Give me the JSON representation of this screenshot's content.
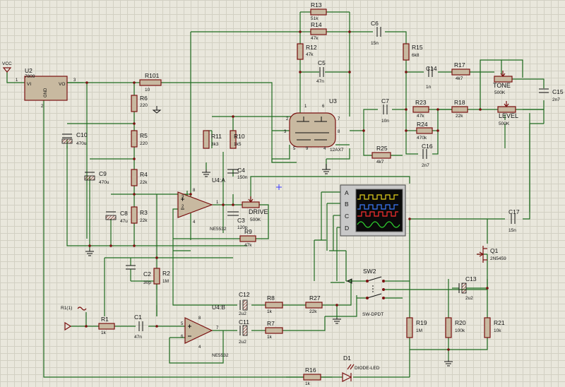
{
  "power": {
    "vcc": "VCC"
  },
  "regulator": {
    "ref": "U2",
    "part": "7809",
    "vi": "VI",
    "vo": "VO",
    "gnd": "GND",
    "pin1": "1",
    "pin2": "2",
    "pin3": "3"
  },
  "resistors": [
    {
      "ref": "R101",
      "value": "10"
    },
    {
      "ref": "R6",
      "value": "220"
    },
    {
      "ref": "R5",
      "value": "220"
    },
    {
      "ref": "R4",
      "value": "22k"
    },
    {
      "ref": "R3",
      "value": "22k"
    },
    {
      "ref": "R11",
      "value": "3k3"
    },
    {
      "ref": "R10",
      "value": "1k5"
    },
    {
      "ref": "R9",
      "value": "47k"
    },
    {
      "ref": "R2",
      "value": "1M"
    },
    {
      "ref": "R1",
      "value": "1k"
    },
    {
      "ref": "R13",
      "value": "51k"
    },
    {
      "ref": "R14",
      "value": "47k"
    },
    {
      "ref": "R12",
      "value": "47k"
    },
    {
      "ref": "R15",
      "value": "6k8"
    },
    {
      "ref": "R17",
      "value": "4k7"
    },
    {
      "ref": "R23",
      "value": "47k"
    },
    {
      "ref": "R18",
      "value": "22k"
    },
    {
      "ref": "R24",
      "value": "470k"
    },
    {
      "ref": "R25",
      "value": "4k7"
    },
    {
      "ref": "R8",
      "value": "1k"
    },
    {
      "ref": "R27",
      "value": "22k"
    },
    {
      "ref": "R7",
      "value": "1k"
    },
    {
      "ref": "R16",
      "value": "1k"
    },
    {
      "ref": "R19",
      "value": "1M"
    },
    {
      "ref": "R20",
      "value": "100k"
    },
    {
      "ref": "R21",
      "value": "10k"
    }
  ],
  "capacitors": [
    {
      "ref": "C10",
      "value": "470u"
    },
    {
      "ref": "C9",
      "value": "470u"
    },
    {
      "ref": "C8",
      "value": "47u"
    },
    {
      "ref": "C4",
      "value": "150n"
    },
    {
      "ref": "C3",
      "value": "120p"
    },
    {
      "ref": "C2",
      "value": "30p"
    },
    {
      "ref": "C1",
      "value": "47n"
    },
    {
      "ref": "C6",
      "value": "15n"
    },
    {
      "ref": "C5",
      "value": "47n"
    },
    {
      "ref": "C14",
      "value": "1n"
    },
    {
      "ref": "C15",
      "value": "2n7"
    },
    {
      "ref": "C7",
      "value": "10n"
    },
    {
      "ref": "C16",
      "value": "2n7"
    },
    {
      "ref": "C17",
      "value": "15n"
    },
    {
      "ref": "C12",
      "value": "2u2"
    },
    {
      "ref": "C11",
      "value": "2u2"
    },
    {
      "ref": "C13",
      "value": "2u2"
    }
  ],
  "pots": [
    {
      "label": "DRIVE",
      "value": "500K"
    },
    {
      "label": "TONE",
      "value": "500K"
    },
    {
      "label": "LEVEL",
      "value": "500K"
    }
  ],
  "opamps": [
    {
      "ref": "U4:A",
      "part": "NE5532",
      "pins": [
        "3",
        "2",
        "8",
        "4",
        "1"
      ]
    },
    {
      "ref": "U4:B",
      "part": "NE5532",
      "pins": [
        "5",
        "6",
        "8",
        "4",
        "7"
      ]
    }
  ],
  "tube": {
    "ref": "U3",
    "part": "12AX7",
    "pins": [
      "1",
      "2",
      "3",
      "4",
      "5",
      "6",
      "7",
      "8",
      "9"
    ]
  },
  "scope": {
    "channels": [
      "A",
      "B",
      "C",
      "D"
    ],
    "colors": [
      "#e6d21a",
      "#3e7cff",
      "#ff3030",
      "#2fd02f"
    ]
  },
  "switches": {
    "sw2": "SW2",
    "part": "SW-DPDT"
  },
  "transistor": {
    "ref": "Q1",
    "part": "2N5459"
  },
  "led": {
    "ref": "D1",
    "part": "DIODE-LED"
  },
  "source": {
    "ref": "R1(1)"
  }
}
